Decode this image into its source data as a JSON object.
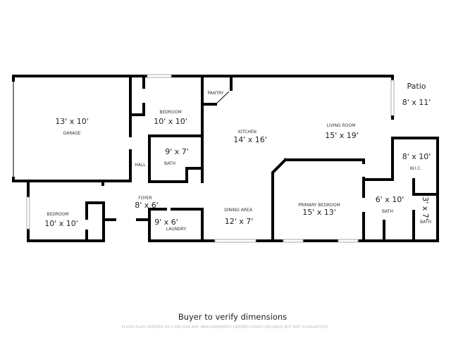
{
  "rooms": {
    "garage": {
      "name": "GARAGE",
      "size": "13' x 10'"
    },
    "bedroom1": {
      "name": "BEDROOM",
      "size": "10' x 10'"
    },
    "pantry": {
      "name": "PANTRY"
    },
    "bath1": {
      "name": "BATH",
      "size": "9' x 7'"
    },
    "hall": {
      "name": "HALL"
    },
    "kitchen": {
      "name": "KITCHEN",
      "size": "14' x 16'"
    },
    "living": {
      "name": "LIVING ROOM",
      "size": "15' x 19'"
    },
    "patio": {
      "name": "Patio",
      "size": "8' x 11'"
    },
    "wic": {
      "name": "W.I.C.",
      "size": "8' x 10'"
    },
    "bedroom2": {
      "name": "BEDROOM",
      "size": "10' x 10'"
    },
    "foyer": {
      "name": "FOYER",
      "size": "8' x 6'"
    },
    "laundry": {
      "name": "LAUNDRY",
      "size": "9' x 6'"
    },
    "dining": {
      "name": "DINING AREA",
      "size": "12' x 7'"
    },
    "primary": {
      "name": "PRIMARY BEDROOM",
      "size": "15' x 13'"
    },
    "bath2": {
      "name": "BATH",
      "size": "6' x 10'"
    },
    "bath3": {
      "name": "BATH",
      "size": "3' x 7'"
    }
  },
  "footer": {
    "title": "Buyer to verify dimensions",
    "disclaimer": "FLOOR PLAN CREATED BY CUBICASA APP. MEASUREMENTS DEEMED HIGHLY RELIABLE BUT NOT GUARANTEED."
  }
}
